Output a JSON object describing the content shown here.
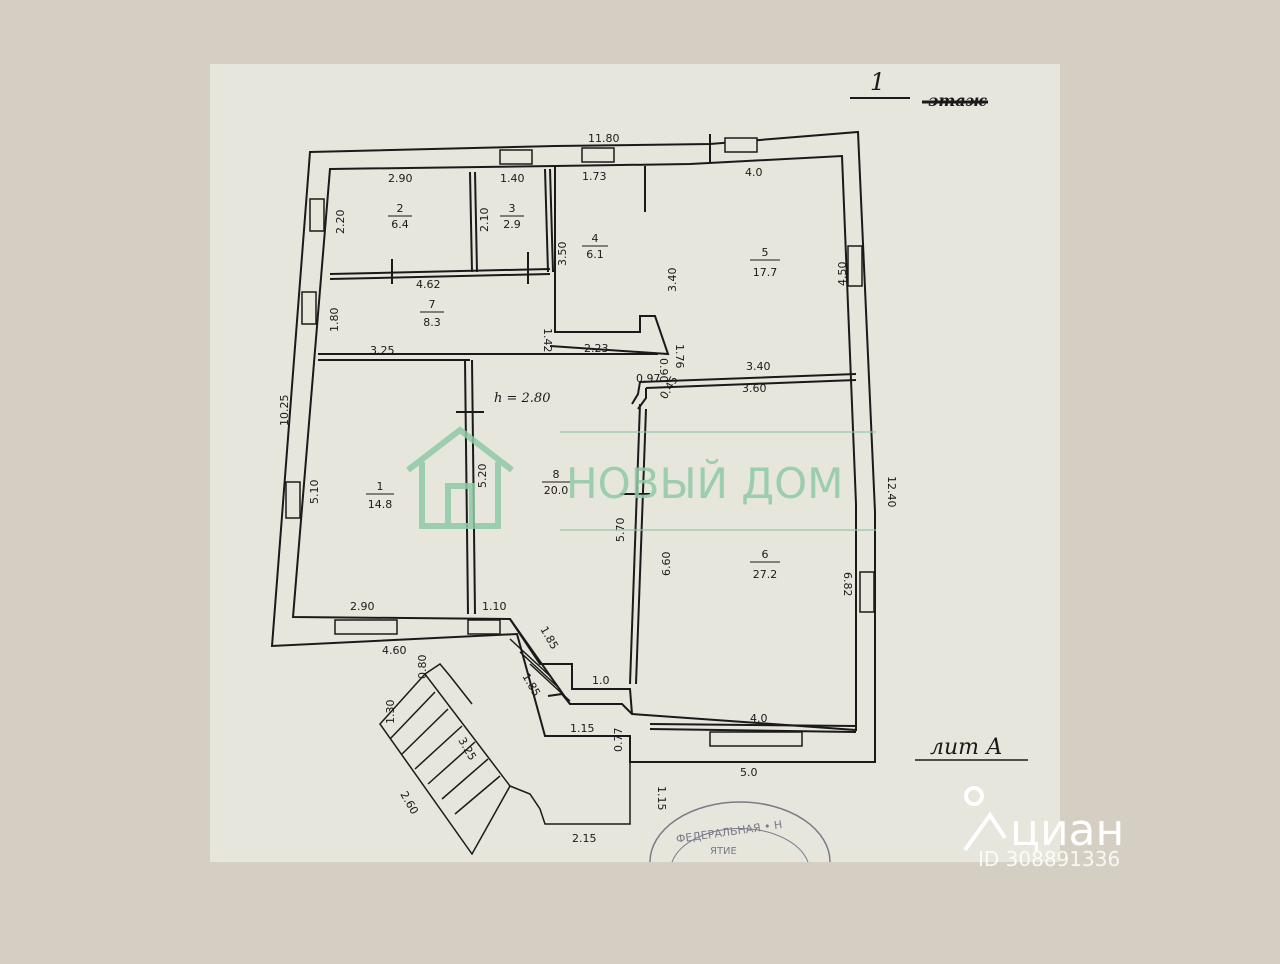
{
  "header": {
    "floor_number": "1",
    "floor_word": "этаж"
  },
  "plan_label": "лит А",
  "height_label": "h = 2.80",
  "rooms": [
    {
      "number": "1",
      "area": "14.8"
    },
    {
      "number": "2",
      "area": "6.4"
    },
    {
      "number": "3",
      "area": "2.9"
    },
    {
      "number": "4",
      "area": "6.1"
    },
    {
      "number": "5",
      "area": "17.7"
    },
    {
      "number": "6",
      "area": "27.2"
    },
    {
      "number": "7",
      "area": "8.3"
    },
    {
      "number": "8",
      "area": "20.0"
    }
  ],
  "dimensions": {
    "top_total": "11.80",
    "left_total": "10.25",
    "right_total": "12.40",
    "r2_width": "2.90",
    "r2_height": "2.20",
    "r3_width": "1.40",
    "r3_height": "2.10",
    "r4_width": "1.73",
    "r4_height": "3.50",
    "r5_width": "4.0",
    "r5_height": "4.50",
    "r5_inner": "3.40",
    "r7_width": "4.62",
    "r7_height": "1.80",
    "r7_right": "1.42",
    "r4_bottom": "2.23",
    "r1_top": "3.25",
    "r1_height": "5.10",
    "r1_bottom": "2.90",
    "hall_height": "5.20",
    "hall_bottom": "1.10",
    "hall_right": "5.70",
    "diag_a": "0.97",
    "diag_b": "0.90",
    "diag_c": "1.76",
    "r6_top_outer": "3.40",
    "r6_top": "3.60",
    "r6_corner": "0.45",
    "r6_left": "6.60",
    "r6_right": "6.82",
    "r6_bottom": "4.0",
    "bottom_left": "4.60",
    "porch_a": "0.80",
    "step_a": "1.85",
    "step_b": "1.85",
    "vest_a": "1.0",
    "vest_b": "1.15",
    "vest_c": "0.77",
    "bottom_right": "5.0",
    "stair_a": "1.30",
    "stair_b": "3.25",
    "stair_c": "2.60",
    "bottom_stair": "2.15",
    "stair_right": "1.15"
  },
  "watermark": {
    "brand": "НОВЫЙ ДОМ"
  },
  "listing": {
    "brand": "циан",
    "id": "ID 308891336"
  },
  "stamp": {
    "text": "ФЕДЕРАЛЬНАЯ • Н",
    "text2": "ЯТИЕ"
  },
  "colors": {
    "watermark": "#8fc9a6",
    "ink": "#1a1a1a",
    "background": "#d5cfc3",
    "paper": "#e6e6dc"
  }
}
